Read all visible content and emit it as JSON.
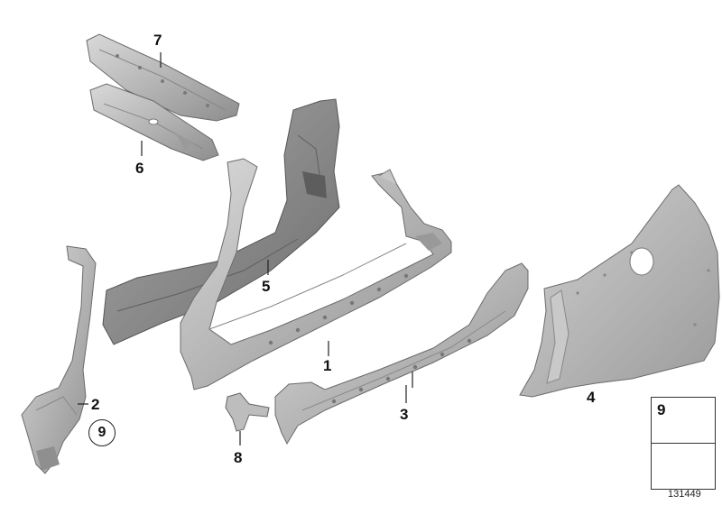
{
  "diagram": {
    "callouts": {
      "p1": "1",
      "p2": "2",
      "p3": "3",
      "p4": "4",
      "p5": "5",
      "p6": "6",
      "p7": "7",
      "p8": "8",
      "p9": "9"
    },
    "legend": {
      "number": "9"
    },
    "reference_number": "131449",
    "colors": {
      "panel": "#b8b8b8",
      "panel_dark": "#8f8f8f",
      "panel_light": "#d4d4d4",
      "outline": "#6b6b6b",
      "leader": "#222222"
    }
  }
}
